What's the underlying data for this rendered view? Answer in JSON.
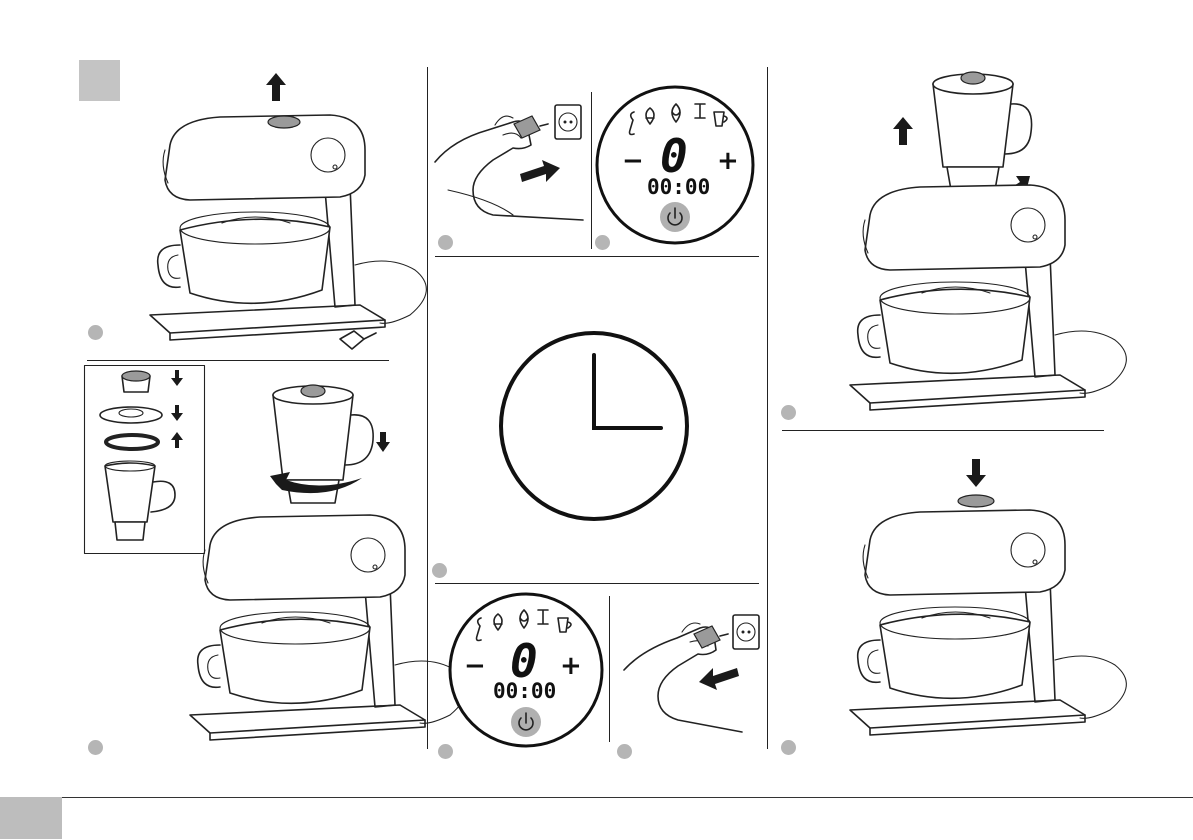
{
  "page": {
    "section_marker_color": "#c4c4c4",
    "step_badge_color": "#b5b5b5",
    "footer_tab_color": "#bdbdbd"
  },
  "panels": [
    {
      "id": "remove-cover",
      "icons": [
        "mixer-icon",
        "cover-cap-icon",
        "arrow-up-icon",
        "power-plug-icon"
      ]
    },
    {
      "id": "assemble-blender",
      "icons": [
        "blender-cap-icon",
        "blender-lid-icon",
        "seal-ring-icon",
        "blender-jug-icon",
        "arrow-down-icon",
        "arrow-up-icon",
        "rotate-arrow-icon",
        "mixer-icon"
      ]
    },
    {
      "id": "plug-in",
      "icons": [
        "hand-icon",
        "power-plug-icon",
        "wall-socket-icon",
        "arrow-icon"
      ]
    },
    {
      "id": "control-panel-on",
      "icons": [
        "dough-hook-icon",
        "beater-icon",
        "whisk-icon",
        "mincer-icon",
        "blender-icon",
        "power-button-icon"
      ]
    },
    {
      "id": "wait",
      "icons": [
        "clock-icon"
      ]
    },
    {
      "id": "control-panel-off",
      "icons": [
        "dough-hook-icon",
        "beater-icon",
        "whisk-icon",
        "mincer-icon",
        "blender-icon",
        "power-button-icon"
      ]
    },
    {
      "id": "unplug",
      "icons": [
        "hand-icon",
        "power-plug-icon",
        "wall-socket-icon",
        "arrow-icon"
      ]
    },
    {
      "id": "remove-blender",
      "icons": [
        "blender-jug-icon",
        "rotate-arrow-icon",
        "arrow-up-icon",
        "mixer-icon"
      ]
    },
    {
      "id": "replace-cover",
      "icons": [
        "cover-cap-icon",
        "arrow-down-icon",
        "mixer-icon"
      ]
    }
  ],
  "display": {
    "speed": "0",
    "time": "00:00",
    "minus": "−",
    "plus": "+"
  }
}
